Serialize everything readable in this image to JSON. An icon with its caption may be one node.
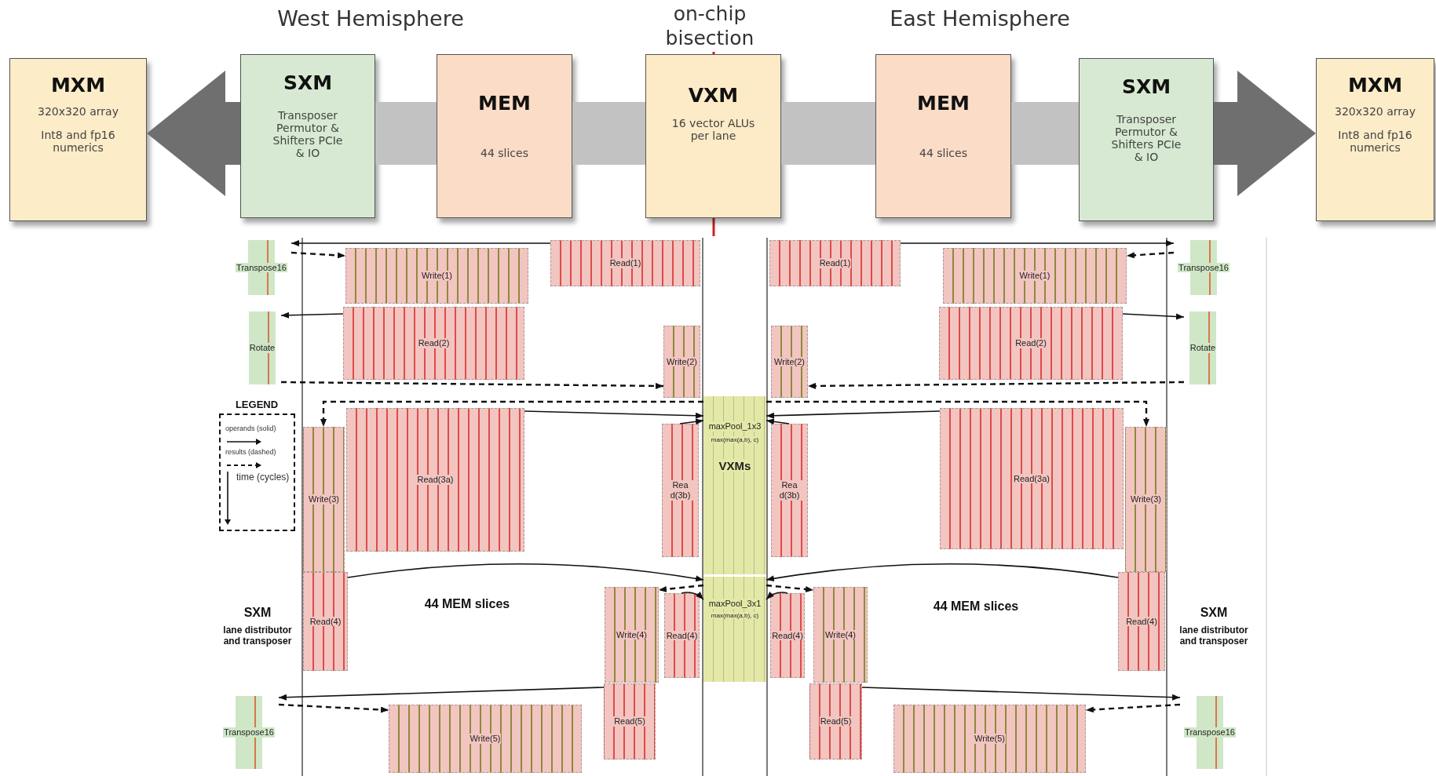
{
  "diagram": {
    "nodes": [
      {
        "text": [
          "MXM",
          "320x320 array",
          "Int8 and fp16 numerics"
        ]
      },
      {
        "text": [
          "SXM",
          "Transposer Permutor & Shifters PCIe & IO"
        ]
      },
      {
        "text": [
          "MEM",
          "44 slices"
        ]
      },
      {
        "text": [
          "VXM",
          "16 vector ALUs per lane"
        ]
      },
      {
        "text": [
          "MEM",
          "44 slices"
        ]
      },
      {
        "text": [
          "SXM",
          "Transposer Permutor & Shifters PCIe & IO"
        ]
      },
      {
        "text": [
          "MXM",
          "320x320 array",
          "Int8 and fp16 numerics"
        ]
      },
      {
        "text": [
          "Transpose16"
        ]
      },
      {
        "text": [
          "Write(1)"
        ]
      },
      {
        "text": [
          "Read(1)"
        ]
      },
      {
        "text": [
          "Rotate"
        ]
      },
      {
        "text": [
          "Read(2)"
        ]
      },
      {
        "text": [
          "Write(2)"
        ]
      },
      {
        "text": [
          "Read(3a)"
        ]
      },
      {
        "text": [
          "Write(3)"
        ]
      },
      {
        "text": [
          "Rea d(3b)"
        ]
      },
      {
        "text": [
          "maxPool_1x3",
          "max(max(a,b), c)",
          "VXMs"
        ]
      },
      {
        "text": [
          "Rea d(3b)"
        ]
      },
      {
        "text": [
          "Write(2)"
        ]
      },
      {
        "text": [
          "Read(1)"
        ]
      },
      {
        "text": [
          "Write(1)"
        ]
      },
      {
        "text": [
          "Transpose16"
        ]
      },
      {
        "text": [
          "Read(2)"
        ]
      },
      {
        "text": [
          "Rotate"
        ]
      },
      {
        "text": [
          "Read(3a)"
        ]
      },
      {
        "text": [
          "Write(3)"
        ]
      },
      {
        "text": [
          "Read(4)"
        ]
      },
      {
        "text": [
          "Write(4)"
        ]
      },
      {
        "text": [
          "Read(4)"
        ]
      },
      {
        "text": [
          "maxPool_3x1",
          "max(max(a,b), c)"
        ]
      },
      {
        "text": [
          "Read(4)"
        ]
      },
      {
        "text": [
          "Write(4)"
        ]
      },
      {
        "text": [
          "Read(4)"
        ]
      },
      {
        "text": [
          "Transpose16"
        ]
      },
      {
        "text": [
          "Read(5)"
        ]
      },
      {
        "text": [
          "Write(5)"
        ]
      },
      {
        "text": [
          "Read(5)"
        ]
      },
      {
        "text": [
          "Write(5)"
        ]
      },
      {
        "text": [
          "Transpose16"
        ]
      }
    ],
    "edges": [
      {
        "from": 1,
        "to": 0,
        "arrow": "to",
        "style": "thick",
        "color": "#6f6f6f"
      },
      {
        "from": 1,
        "to": 2,
        "arrow": "none",
        "style": "thick",
        "color": "#c2c2c2"
      },
      {
        "from": 2,
        "to": 3,
        "arrow": "none",
        "style": "thick",
        "color": "#c2c2c2"
      },
      {
        "from": 3,
        "to": 4,
        "arrow": "none",
        "style": "thick",
        "color": "#c2c2c2"
      },
      {
        "from": 4,
        "to": 5,
        "arrow": "none",
        "style": "thick",
        "color": "#c2c2c2"
      },
      {
        "from": 5,
        "to": 6,
        "arrow": "to",
        "style": "thick",
        "color": "#6f6f6f"
      },
      {
        "from": 9,
        "to": 7,
        "arrow": "to"
      },
      {
        "from": 7,
        "to": 8,
        "arrow": "to",
        "style": "dashed"
      },
      {
        "from": 11,
        "to": 10,
        "arrow": "to"
      },
      {
        "from": 10,
        "to": 12,
        "arrow": "to",
        "style": "dashed"
      },
      {
        "from": 13,
        "to": 16,
        "arrow": "to"
      },
      {
        "from": 15,
        "to": 16,
        "arrow": "to"
      },
      {
        "from": 16,
        "to": 14,
        "arrow": "to",
        "style": "dashed"
      },
      {
        "from": 19,
        "to": 21,
        "arrow": "to"
      },
      {
        "from": 21,
        "to": 20,
        "arrow": "to",
        "style": "dashed"
      },
      {
        "from": 22,
        "to": 23,
        "arrow": "to"
      },
      {
        "from": 23,
        "to": 18,
        "arrow": "to",
        "style": "dashed"
      },
      {
        "from": 24,
        "to": 16,
        "arrow": "to"
      },
      {
        "from": 17,
        "to": 16,
        "arrow": "to"
      },
      {
        "from": 16,
        "to": 25,
        "arrow": "to",
        "style": "dashed"
      },
      {
        "from": 26,
        "to": 29,
        "arrow": "to"
      },
      {
        "from": 28,
        "to": 29,
        "arrow": "to"
      },
      {
        "from": 29,
        "to": 27,
        "arrow": "to",
        "style": "dashed"
      },
      {
        "from": 32,
        "to": 29,
        "arrow": "to"
      },
      {
        "from": 30,
        "to": 29,
        "arrow": "to"
      },
      {
        "from": 29,
        "to": 31,
        "arrow": "to",
        "style": "dashed"
      },
      {
        "from": 34,
        "to": 33,
        "arrow": "to"
      },
      {
        "from": 33,
        "to": 35,
        "arrow": "to",
        "style": "dashed"
      },
      {
        "from": 36,
        "to": 38,
        "arrow": "to"
      },
      {
        "from": 38,
        "to": 37,
        "arrow": "to",
        "style": "dashed"
      }
    ],
    "labels": [
      "West Hemisphere",
      "on-chip bisection",
      "East Hemisphere",
      "LEGEND",
      "SXM",
      "lane distributor and transposer",
      "44 MEM slices",
      "44 MEM slices",
      "SXM",
      "lane distributor and transposer"
    ],
    "legend": [
      {
        "text": "operands (solid)"
      },
      {
        "text": "results (dashed)"
      },
      {
        "text": "time (cycles)"
      }
    ]
  }
}
